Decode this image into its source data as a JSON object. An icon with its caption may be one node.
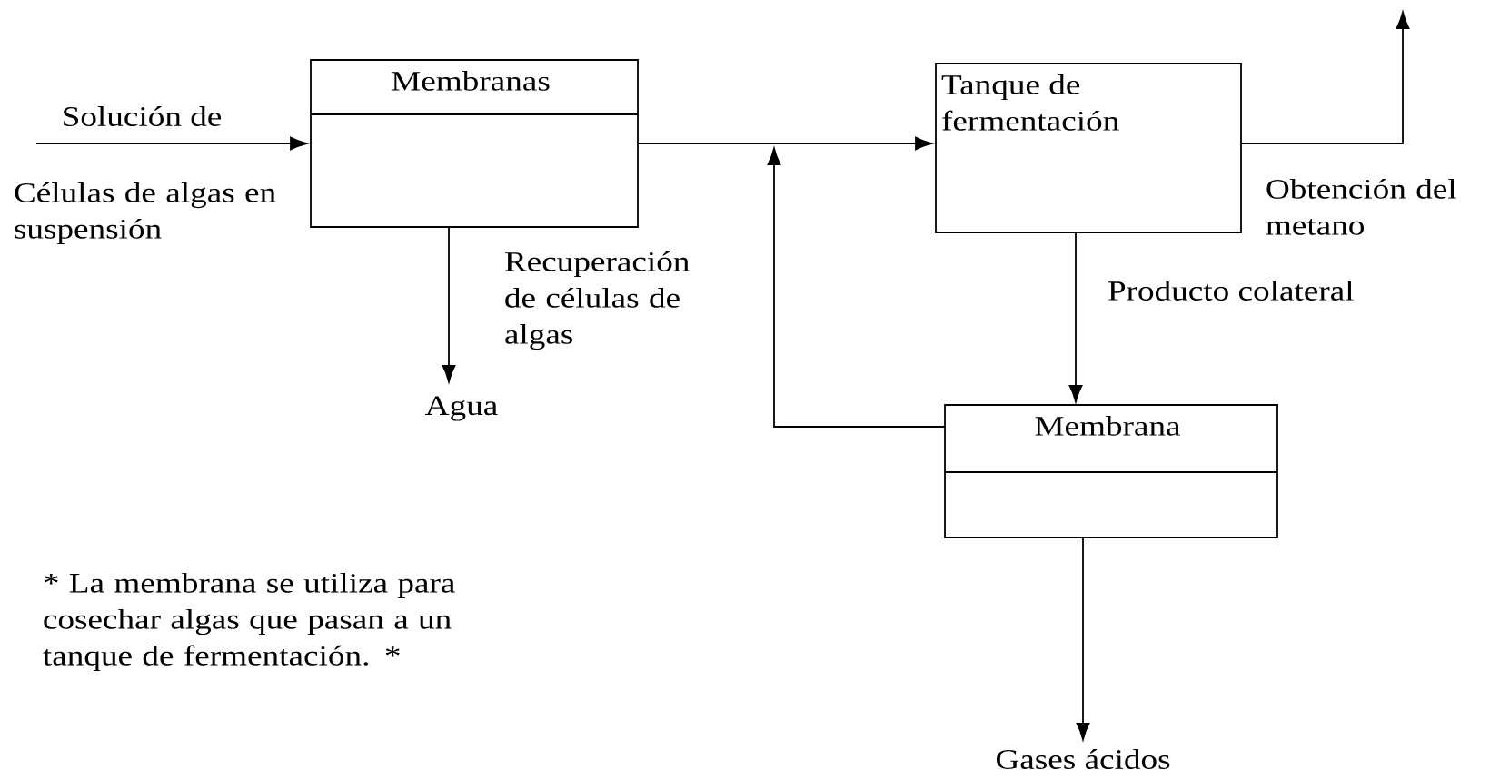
{
  "diagram": {
    "nodes": [
      {
        "text": [
          "Membranas"
        ]
      },
      {
        "text": [
          "Tanque de fermentación"
        ]
      },
      {
        "text": [
          "Membrana"
        ]
      },
      {
        "text": [
          "Agua"
        ]
      },
      {
        "text": [
          "Gases ácidos"
        ]
      }
    ],
    "edges": [
      {
        "from": null,
        "to": 0,
        "arrow": "to"
      },
      {
        "from": 0,
        "to": 1,
        "arrow": "to"
      },
      {
        "from": 0,
        "to": 3,
        "arrow": "to"
      },
      {
        "from": 1,
        "to": null,
        "arrow": "to"
      },
      {
        "from": 1,
        "to": 2,
        "arrow": "to",
        "label": "Producto colateral"
      },
      {
        "from": 2,
        "to": null,
        "arrow": "to"
      },
      {
        "from": 2,
        "to": 4,
        "arrow": "to"
      }
    ],
    "labels": [
      "Solución de",
      "Células de algas en suspensión",
      "Recuperación de células de algas",
      "Obtención del metano",
      "* La membrana se utiliza para cosechar algas que pasan a un tanque de fermentación. *"
    ]
  }
}
